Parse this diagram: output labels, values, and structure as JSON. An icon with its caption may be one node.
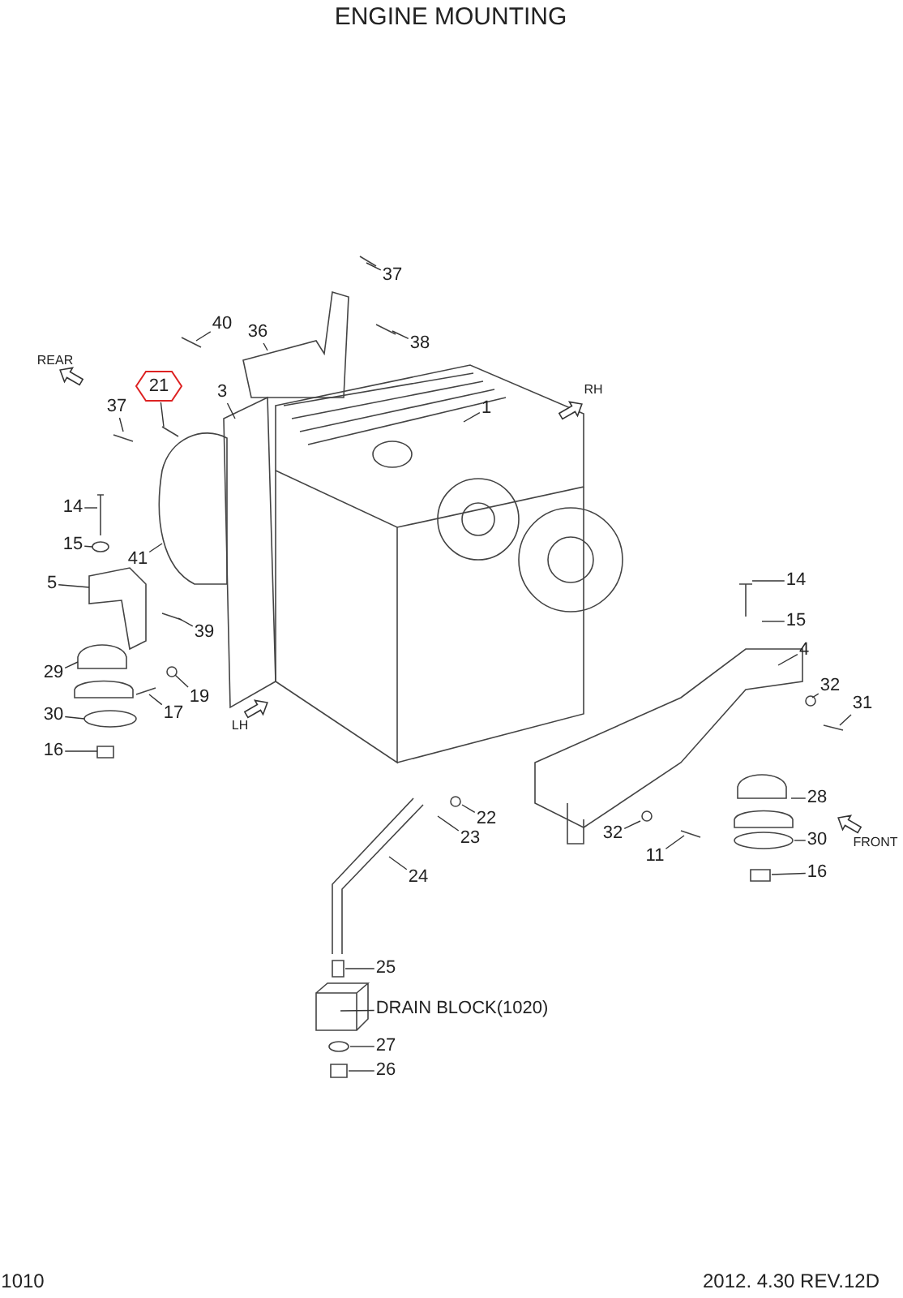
{
  "diagram": {
    "title": "ENGINE MOUNTING",
    "nodes": [
      {
        "text": [
          "37"
        ]
      },
      {
        "text": [
          "40"
        ]
      },
      {
        "text": [
          "36"
        ]
      },
      {
        "text": [
          "38"
        ]
      },
      {
        "text": [
          "21"
        ]
      },
      {
        "text": [
          "37"
        ]
      },
      {
        "text": [
          "3"
        ]
      },
      {
        "text": [
          "1"
        ]
      },
      {
        "text": [
          "14"
        ]
      },
      {
        "text": [
          "15"
        ]
      },
      {
        "text": [
          "41"
        ]
      },
      {
        "text": [
          "5"
        ]
      },
      {
        "text": [
          "39"
        ]
      },
      {
        "text": [
          "29"
        ]
      },
      {
        "text": [
          "19"
        ]
      },
      {
        "text": [
          "17"
        ]
      },
      {
        "text": [
          "30"
        ]
      },
      {
        "text": [
          "16"
        ]
      },
      {
        "text": [
          "14"
        ]
      },
      {
        "text": [
          "15"
        ]
      },
      {
        "text": [
          "4"
        ]
      },
      {
        "text": [
          "32"
        ]
      },
      {
        "text": [
          "31"
        ]
      },
      {
        "text": [
          "28"
        ]
      },
      {
        "text": [
          "30"
        ]
      },
      {
        "text": [
          "16"
        ]
      },
      {
        "text": [
          "22"
        ]
      },
      {
        "text": [
          "23"
        ]
      },
      {
        "text": [
          "32"
        ]
      },
      {
        "text": [
          "11"
        ]
      },
      {
        "text": [
          "24"
        ]
      },
      {
        "text": [
          "25"
        ]
      },
      {
        "text": [
          "DRAIN BLOCK(1020)"
        ]
      },
      {
        "text": [
          "27"
        ]
      },
      {
        "text": [
          "26"
        ]
      }
    ],
    "edges": [
      {
        "from": 0,
        "to": null,
        "arrow": "none"
      },
      {
        "from": 1,
        "to": null,
        "arrow": "none"
      },
      {
        "from": 2,
        "to": null,
        "arrow": "none"
      },
      {
        "from": 3,
        "to": null,
        "arrow": "none"
      },
      {
        "from": 4,
        "to": null,
        "arrow": "none"
      },
      {
        "from": 5,
        "to": null,
        "arrow": "none"
      },
      {
        "from": 6,
        "to": null,
        "arrow": "none"
      },
      {
        "from": 7,
        "to": null,
        "arrow": "none"
      },
      {
        "from": 8,
        "to": null,
        "arrow": "none"
      },
      {
        "from": 9,
        "to": null,
        "arrow": "none"
      },
      {
        "from": 10,
        "to": null,
        "arrow": "none"
      },
      {
        "from": 11,
        "to": null,
        "arrow": "none"
      },
      {
        "from": 12,
        "to": null,
        "arrow": "none"
      },
      {
        "from": 13,
        "to": null,
        "arrow": "none"
      },
      {
        "from": 14,
        "to": null,
        "arrow": "none"
      },
      {
        "from": 15,
        "to": null,
        "arrow": "none"
      },
      {
        "from": 16,
        "to": null,
        "arrow": "none"
      },
      {
        "from": 17,
        "to": null,
        "arrow": "none"
      },
      {
        "from": 18,
        "to": null,
        "arrow": "none"
      },
      {
        "from": 19,
        "to": null,
        "arrow": "none"
      },
      {
        "from": 20,
        "to": null,
        "arrow": "none"
      },
      {
        "from": 21,
        "to": null,
        "arrow": "none"
      },
      {
        "from": 22,
        "to": null,
        "arrow": "none"
      },
      {
        "from": 23,
        "to": null,
        "arrow": "none"
      },
      {
        "from": 24,
        "to": null,
        "arrow": "none"
      },
      {
        "from": 25,
        "to": null,
        "arrow": "none"
      },
      {
        "from": 26,
        "to": null,
        "arrow": "none"
      },
      {
        "from": 27,
        "to": null,
        "arrow": "none"
      },
      {
        "from": 28,
        "to": null,
        "arrow": "none"
      },
      {
        "from": 29,
        "to": null,
        "arrow": "none"
      },
      {
        "from": 30,
        "to": null,
        "arrow": "none"
      },
      {
        "from": 31,
        "to": null,
        "arrow": "none"
      },
      {
        "from": 32,
        "to": null,
        "arrow": "none"
      },
      {
        "from": 33,
        "to": null,
        "arrow": "none"
      },
      {
        "from": 34,
        "to": null,
        "arrow": "none"
      }
    ],
    "labels": [
      "REAR",
      "RH",
      "LH",
      "FRONT",
      "1010",
      "2012. 4.30 REV.12D"
    ]
  }
}
